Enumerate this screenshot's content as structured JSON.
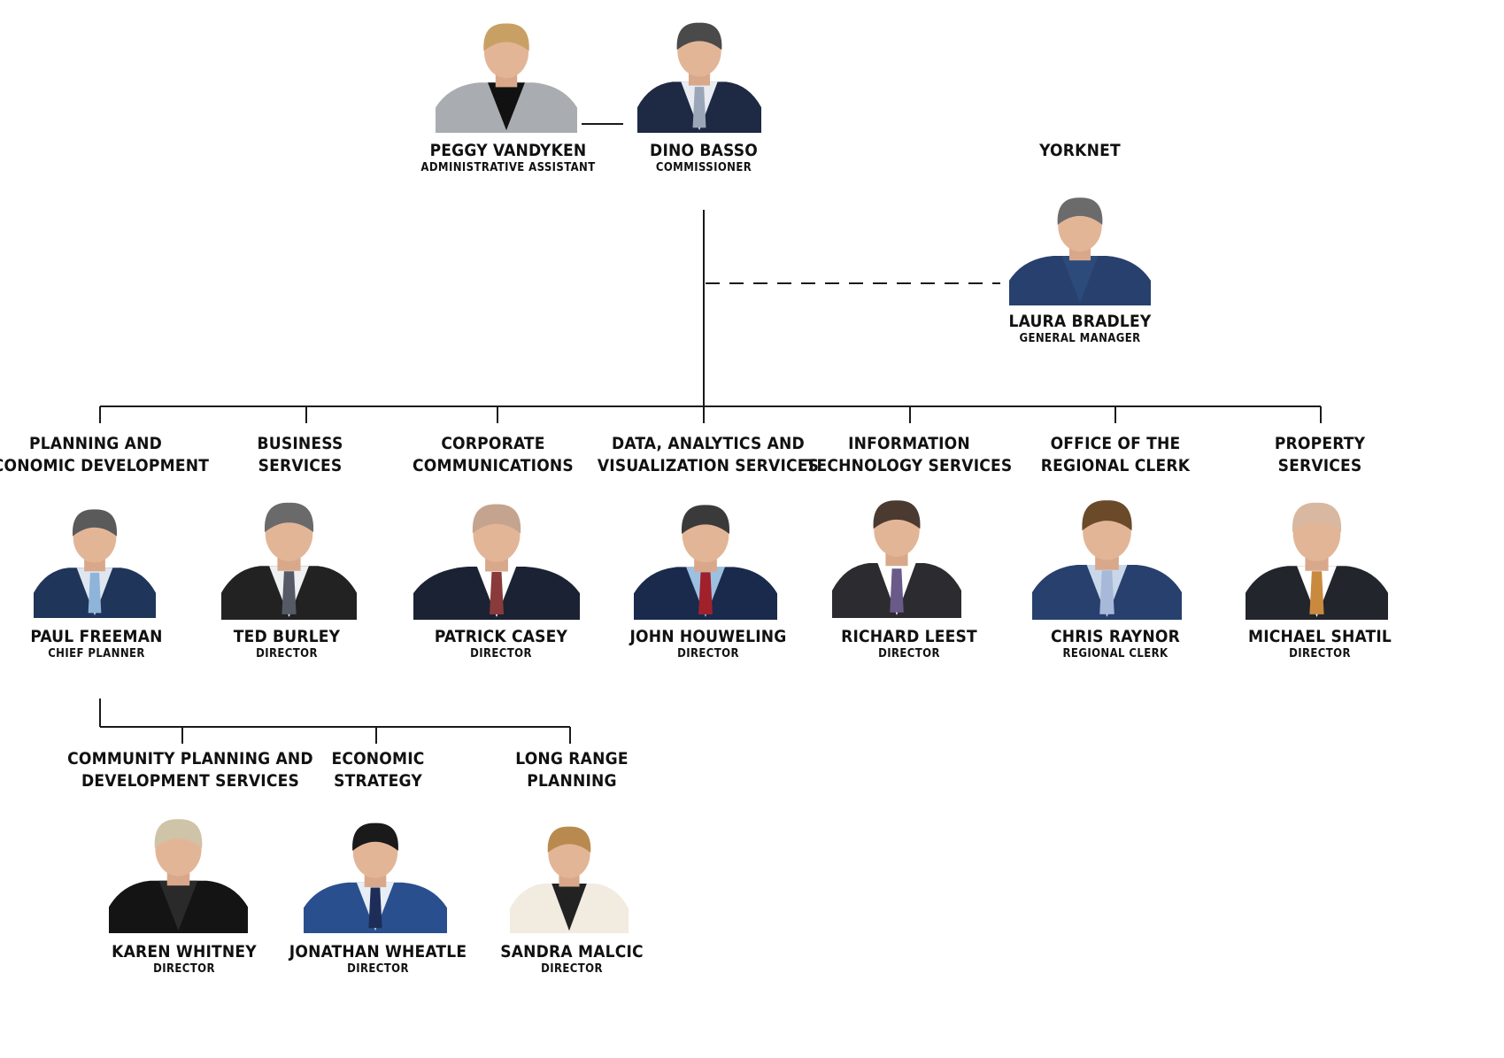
{
  "top": {
    "assistant": {
      "name": "PEGGY VANDYKEN",
      "title": "ADMINISTRATIVE ASSISTANT"
    },
    "commissioner": {
      "name": "DINO BASSO",
      "title": "COMMISSIONER"
    }
  },
  "yorknet": {
    "label": "YORKNET",
    "person": {
      "name": "LAURA BRADLEY",
      "title": "GENERAL MANAGER"
    }
  },
  "departments": [
    {
      "line1": "PLANNING AND",
      "line2": "ECONOMIC DEVELOPMENT",
      "name": "PAUL FREEMAN",
      "title": "CHIEF PLANNER"
    },
    {
      "line1": "BUSINESS",
      "line2": "SERVICES",
      "name": "TED BURLEY",
      "title": "DIRECTOR"
    },
    {
      "line1": "CORPORATE",
      "line2": "COMMUNICATIONS",
      "name": "PATRICK CASEY",
      "title": "DIRECTOR"
    },
    {
      "line1": "DATA, ANALYTICS AND",
      "line2": "VISUALIZATION SERVICES",
      "name": "JOHN HOUWELING",
      "title": "DIRECTOR"
    },
    {
      "line1": "INFORMATION",
      "line2": "TECHNOLOGY SERVICES",
      "name": "RICHARD LEEST",
      "title": "DIRECTOR"
    },
    {
      "line1": "OFFICE OF THE",
      "line2": "REGIONAL CLERK",
      "name": "CHRIS RAYNOR",
      "title": "REGIONAL CLERK"
    },
    {
      "line1": "PROPERTY",
      "line2": "SERVICES",
      "name": "MICHAEL SHATIL",
      "title": "DIRECTOR"
    }
  ],
  "sub_departments": [
    {
      "line1": "COMMUNITY PLANNING AND",
      "line2": "DEVELOPMENT SERVICES",
      "name": "KAREN WHITNEY",
      "title": "DIRECTOR"
    },
    {
      "line1": "ECONOMIC",
      "line2": "STRATEGY",
      "name": "JONATHAN WHEATLE",
      "title": "DIRECTOR"
    },
    {
      "line1": "LONG RANGE",
      "line2": "PLANNING",
      "name": "SANDRA MALCIC",
      "title": "DIRECTOR"
    }
  ],
  "colors": {
    "line": "#1a1a1a",
    "text": "#111111",
    "background": "#ffffff",
    "card": "#f3f3f3"
  }
}
